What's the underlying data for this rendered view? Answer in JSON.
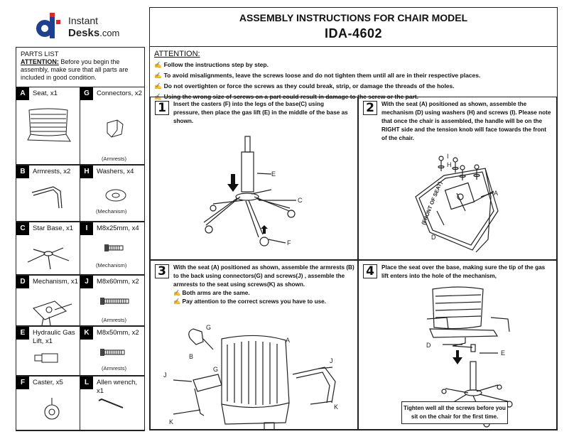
{
  "brand": {
    "name_line1": "Instant",
    "name_bold": "Desks",
    "name_suffix": ".com"
  },
  "title": {
    "line1": "ASSEMBLY INSTRUCTIONS FOR CHAIR MODEL",
    "model": "IDA-4602"
  },
  "parts_list": {
    "heading": "PARTS LIST",
    "attention_label": "ATTENTION:",
    "attention_text": " Before you begin the assembly, make sure that all parts are included in good condition.",
    "parts": [
      {
        "letter": "A",
        "name": "Seat, x1",
        "note": ""
      },
      {
        "letter": "G",
        "name": "Connectors, x2",
        "note": "(Armrests)"
      },
      {
        "letter": "B",
        "name": "Armrests, x2",
        "note": ""
      },
      {
        "letter": "H",
        "name": "Washers, x4",
        "note": "(Mechanism)"
      },
      {
        "letter": "C",
        "name": "Star Base, x1",
        "note": ""
      },
      {
        "letter": "I",
        "name": "M8x25mm, x4",
        "note": "(Mechanism)"
      },
      {
        "letter": "D",
        "name": "Mechanism, x1",
        "note": ""
      },
      {
        "letter": "J",
        "name": "M8x60mm, x2",
        "note": "(Armrests)"
      },
      {
        "letter": "E",
        "name": "Hydraulic Gas Lift, x1",
        "note": ""
      },
      {
        "letter": "K",
        "name": "M8x50mm, x2",
        "note": "(Armrests)"
      },
      {
        "letter": "F",
        "name": "Caster, x5",
        "note": ""
      },
      {
        "letter": "L",
        "name": "Allen wrench, x1",
        "note": ""
      }
    ]
  },
  "attention": {
    "heading": "ATTENTION:",
    "items": [
      "Follow the instructions step by step.",
      "To avoid misalignments, leave the screws loose and do not tighten them until all are in their respective places.",
      "Do not overtighten or force the screws as they could break, strip, or damage the threads of the holes.",
      "Using the wrong size of screws on a part could result in damage to the screw or the part."
    ]
  },
  "steps": [
    {
      "num": "1",
      "text": "Insert the casters (F) into the legs of the base(C) using pressure, then place  the gas lift (E) in the middle of the base as shown.",
      "notes": []
    },
    {
      "num": "2",
      "text": "With the seat (A) positioned as shown, assemble the mechanism (D) using washers (H) and screws (I). Please note that once the chair is assembled, the handle will be on the RIGHT side and the tension knob will face towards the front of the chair.",
      "notes": []
    },
    {
      "num": "3",
      "text": "With the seat (A) positioned as shown, assemble the armrests (B) to the back using connectors(G) and screws(J) , assemble the armrests to the seat using screws(K) as shown.",
      "notes": [
        "Both arms are the same.",
        "Pay attention to the correct screws you have to use."
      ]
    },
    {
      "num": "4",
      "text": "Place the seat over the base, making sure the tip of the gas lift enters into the hole of the mechanism,",
      "notes": [],
      "tighten": "Tighten well all the screws before you sit on the chair for the first time."
    }
  ],
  "figure_labels": {
    "step1": [
      "E",
      "C",
      "F"
    ],
    "step2": [
      "I",
      "H",
      "A",
      "D",
      "(FRONT OF SEAT)"
    ],
    "step3": [
      "G",
      "A",
      "B",
      "G",
      "J",
      "J",
      "K",
      "K"
    ],
    "step4": [
      "D",
      "E"
    ]
  }
}
